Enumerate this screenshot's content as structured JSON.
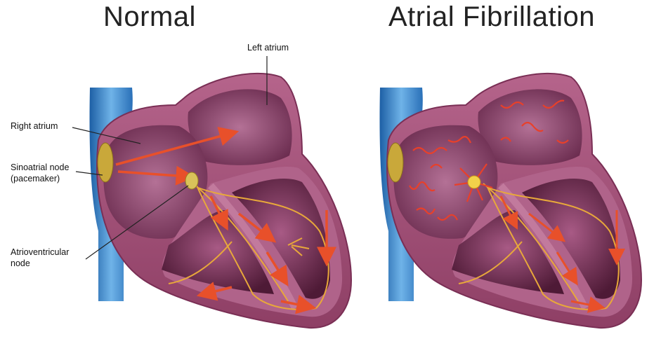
{
  "titles": {
    "normal": "Normal",
    "af": "Atrial Fibrillation"
  },
  "labels": {
    "left_atrium": "Left atrium",
    "right_atrium": "Right atrium",
    "sa_node_line1": "Sinoatrial node",
    "sa_node_line2": "(pacemaker)",
    "av_node_line1": "Atrioventricular",
    "av_node_line2": "node"
  },
  "colors": {
    "vein": "#3d86c6",
    "heart_wall": "#9c4a70",
    "chamber": "#5e2241",
    "conduction": "#e8a83a",
    "signal": "#e84a2a"
  }
}
